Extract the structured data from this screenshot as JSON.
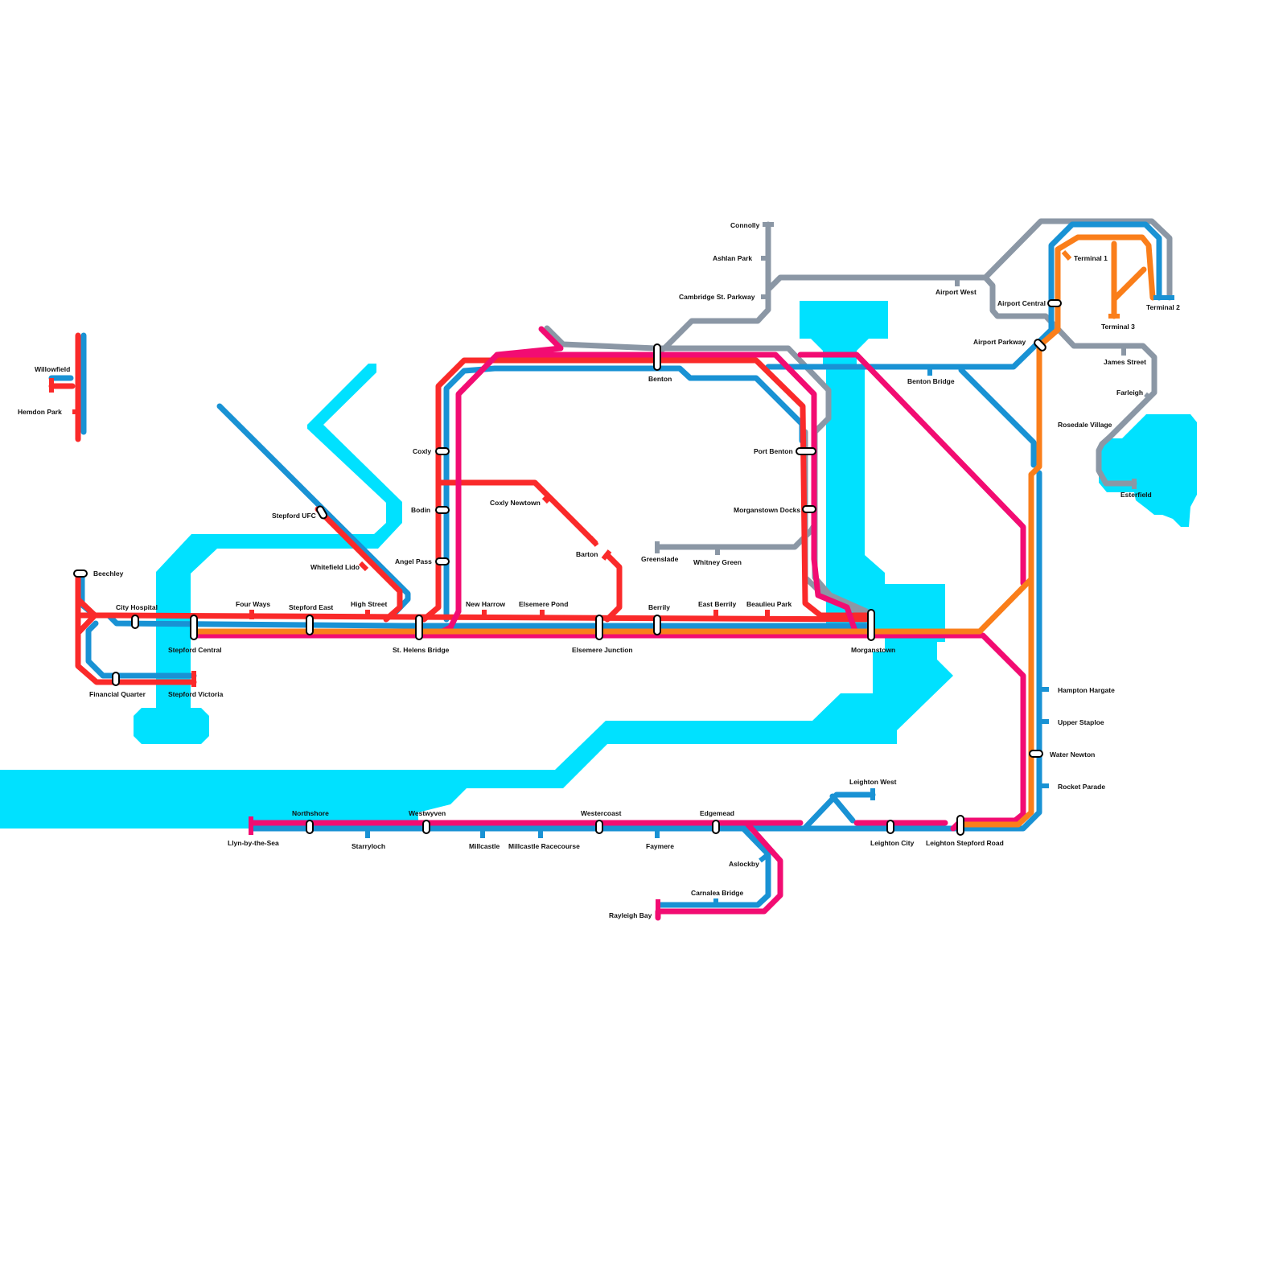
{
  "colors": {
    "red": "#fa2a2a",
    "blue": "#1992d4",
    "pink": "#f20c72",
    "grey": "#8b97a5",
    "orange": "#fa7e1a",
    "water": "#00e1ff"
  },
  "stations": {
    "willowfield": "Willowfield",
    "hemdon_park": "Hemdon Park",
    "beechley": "Beechley",
    "city_hospital": "City Hospital",
    "stepford_central": "Stepford Central",
    "financial_quarter": "Financial Quarter",
    "stepford_victoria": "Stepford Victoria",
    "stepford_ufc": "Stepford UFC",
    "whitefield_lido": "Whitefield Lido",
    "four_ways": "Four Ways",
    "stepford_east": "Stepford East",
    "high_street": "High Street",
    "st_helens_bridge": "St. Helens Bridge",
    "coxly": "Coxly",
    "bodin": "Bodin",
    "angel_pass": "Angel Pass",
    "coxly_newtown": "Coxly Newtown",
    "barton": "Barton",
    "new_harrow": "New Harrow",
    "elsemere_pond": "Elsemere Pond",
    "elsemere_junction": "Elsemere Junction",
    "berrily": "Berrily",
    "east_berrily": "East Berrily",
    "beaulieu_park": "Beaulieu Park",
    "morganstown": "Morganstown",
    "benton": "Benton",
    "connolly": "Connolly",
    "ashlan_park": "Ashlan Park",
    "cambridge_st_parkway": "Cambridge St. Parkway",
    "airport_west": "Airport West",
    "airport_central": "Airport Central",
    "airport_parkway": "Airport Parkway",
    "terminal_1": "Terminal 1",
    "terminal_2": "Terminal 2",
    "terminal_3": "Terminal 3",
    "james_street": "James Street",
    "farleigh": "Farleigh",
    "rosedale_village": "Rosedale Village",
    "esterfield": "Esterfield",
    "benton_bridge": "Benton Bridge",
    "port_benton": "Port Benton",
    "morganstown_docks": "Morganstown Docks",
    "greenslade": "Greenslade",
    "whitney_green": "Whitney Green",
    "hampton_hargate": "Hampton Hargate",
    "upper_staploe": "Upper Staploe",
    "water_newton": "Water Newton",
    "rocket_parade": "Rocket Parade",
    "llyn_by_the_sea": "Llyn-by-the-Sea",
    "northshore": "Northshore",
    "starryloch": "Starryloch",
    "westwyven": "Westwyven",
    "millcastle": "Millcastle",
    "millcastle_racecourse": "Millcastle Racecourse",
    "westercoast": "Westercoast",
    "faymere": "Faymere",
    "edgemead": "Edgemead",
    "leighton_west": "Leighton West",
    "leighton_city": "Leighton City",
    "leighton_stepford_road": "Leighton Stepford Road",
    "aslockby": "Aslockby",
    "carnalea_bridge": "Carnalea Bridge",
    "rayleigh_bay": "Rayleigh Bay"
  }
}
